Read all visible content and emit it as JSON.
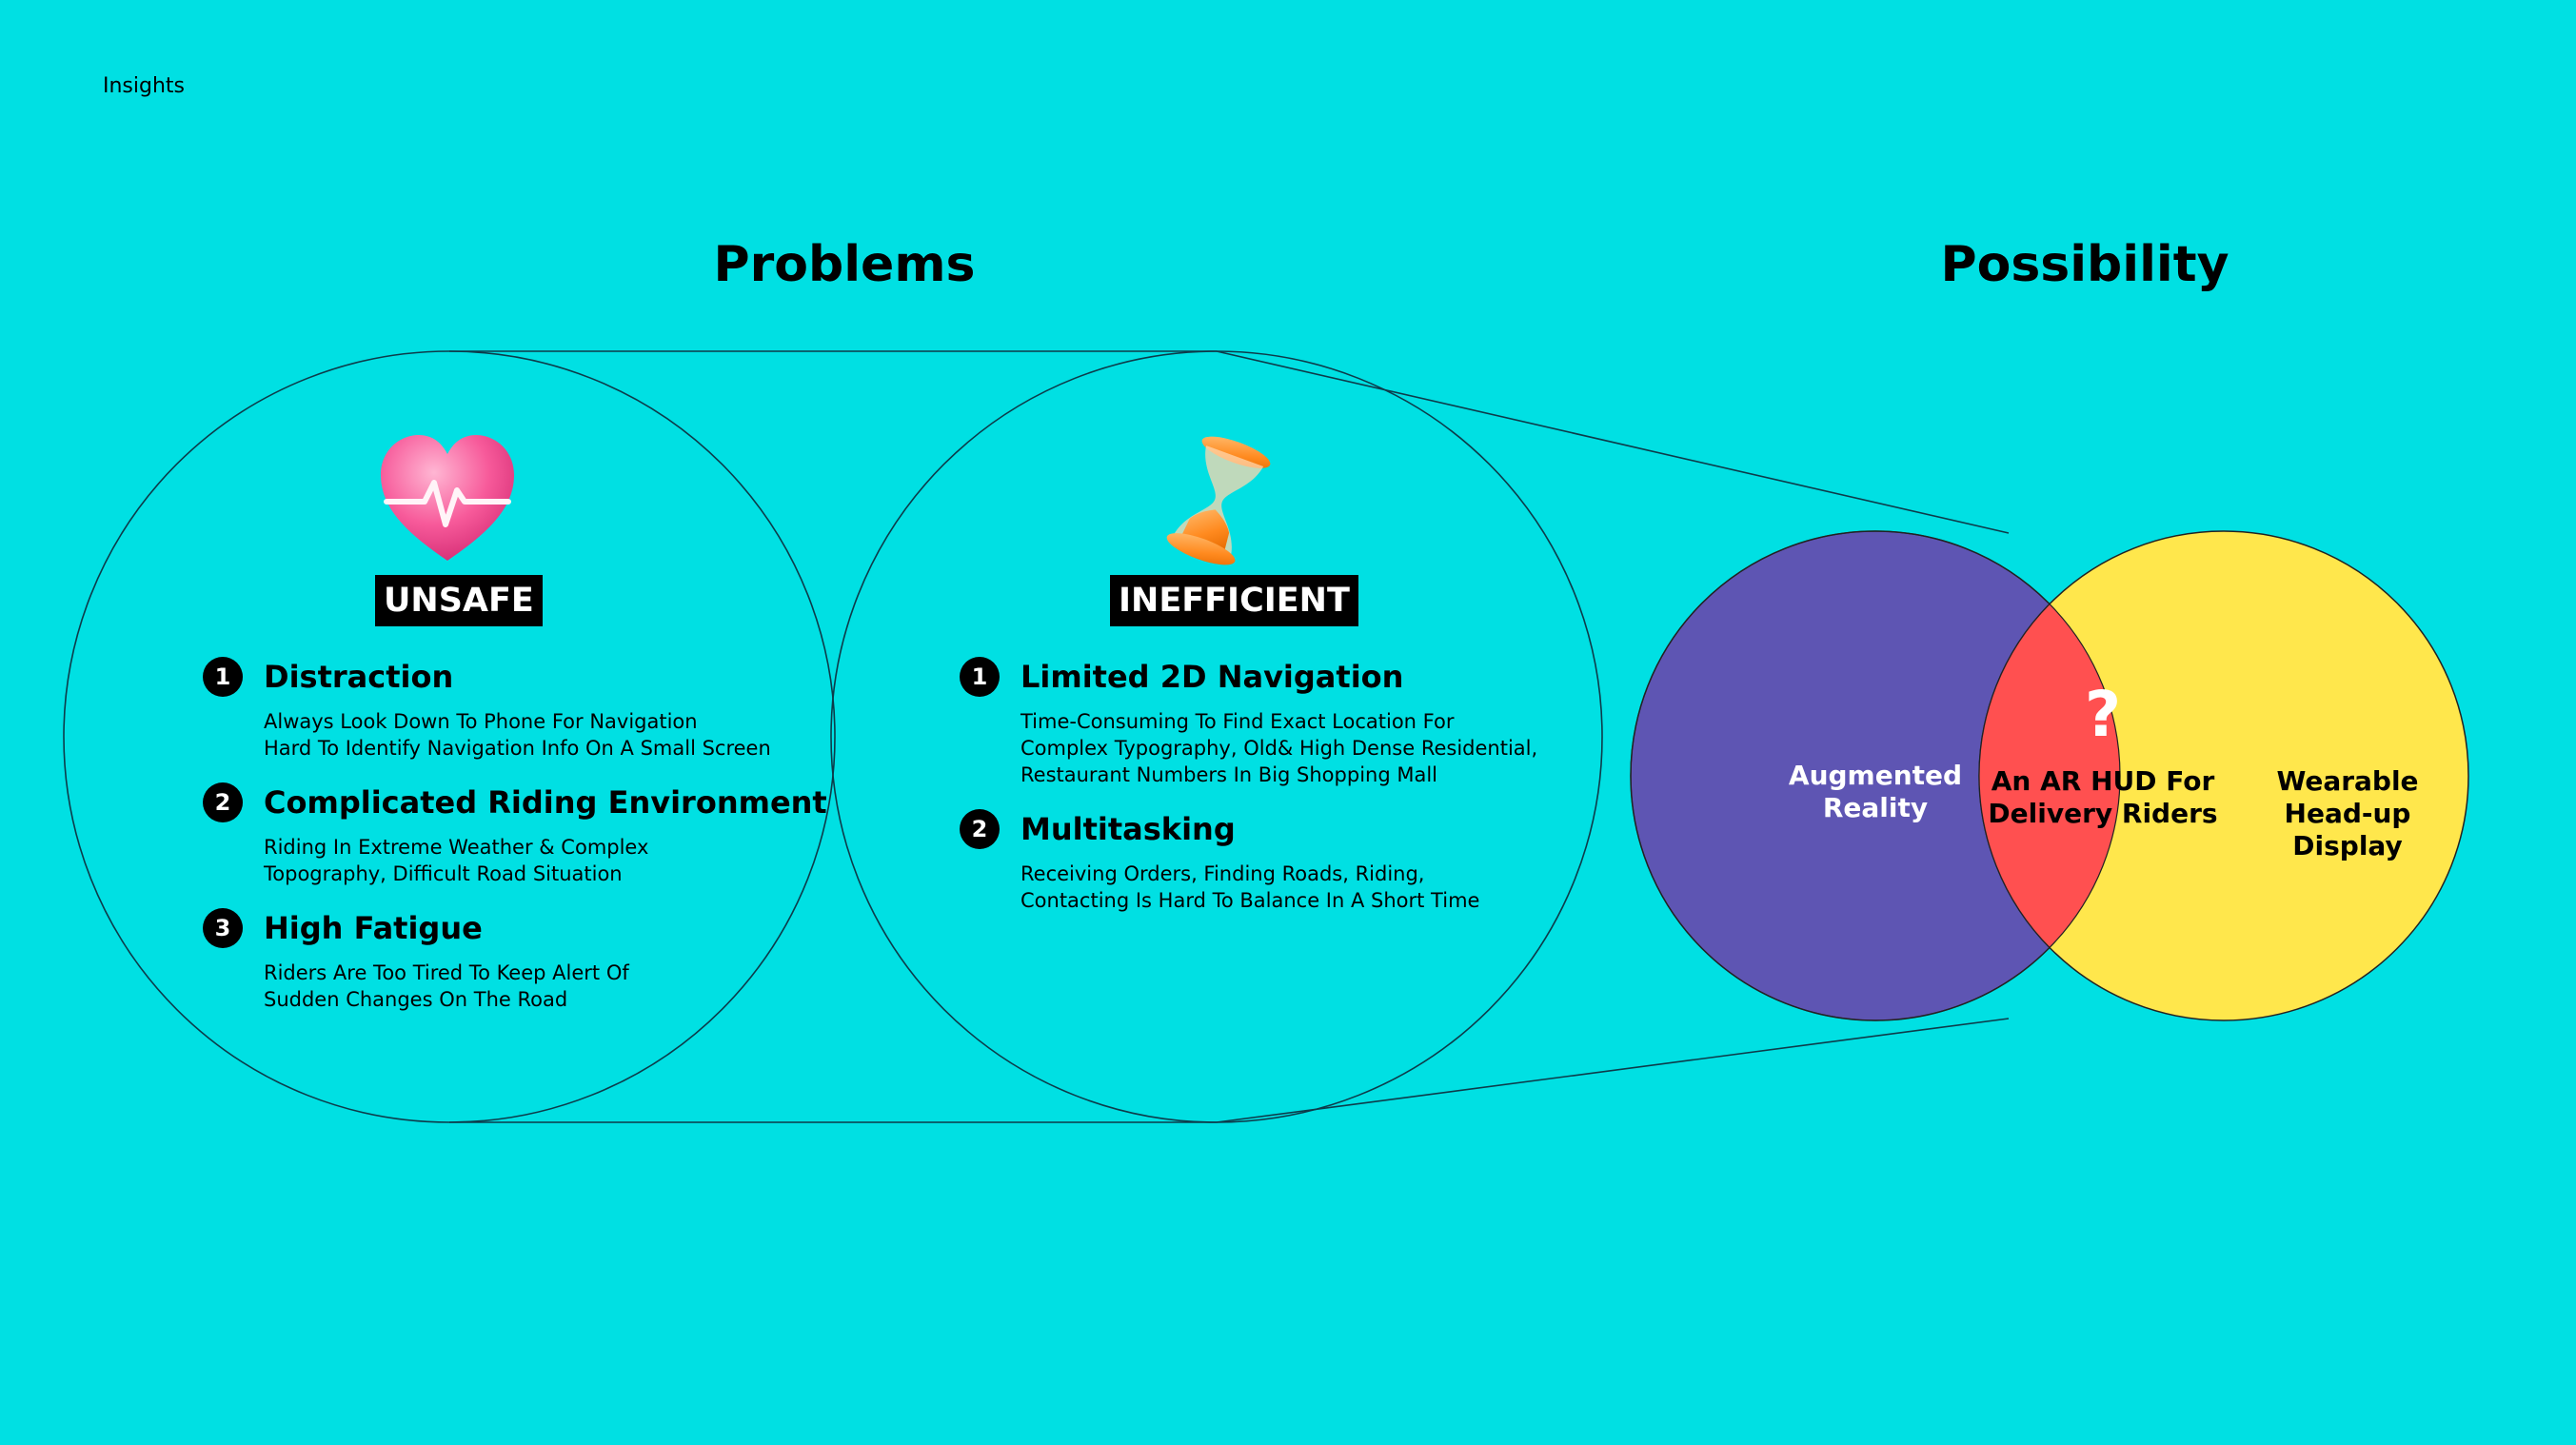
{
  "page": {
    "label": "Insights"
  },
  "headings": {
    "problems": "Problems",
    "possibility": "Possibility"
  },
  "problems": [
    {
      "tag": "UNSAFE",
      "icon": "heart-pulse-icon",
      "items": [
        {
          "num": "1",
          "title": "Distraction",
          "lines": [
            "Always Look Down To Phone For Navigation",
            "Hard To Identify Navigation Info On A Small Screen"
          ]
        },
        {
          "num": "2",
          "title": "Complicated Riding Environment",
          "lines": [
            "Riding In Extreme Weather & Complex",
            "Topography, Difficult Road Situation"
          ]
        },
        {
          "num": "3",
          "title": "High Fatigue",
          "lines": [
            "Riders Are Too Tired To Keep Alert Of",
            "Sudden Changes On The Road"
          ]
        }
      ]
    },
    {
      "tag": "INEFFICIENT",
      "icon": "hourglass-icon",
      "items": [
        {
          "num": "1",
          "title": "Limited 2D Navigation",
          "lines": [
            "Time-Consuming To Find Exact Location For",
            "Complex Typography, Old& High Dense Residential,",
            "Restaurant Numbers In Big Shopping Mall"
          ]
        },
        {
          "num": "2",
          "title": "Multitasking",
          "lines": [
            "Receiving Orders, Finding Roads, Riding,",
            "Contacting Is Hard To Balance In A Short Time"
          ]
        }
      ]
    }
  ],
  "venn": {
    "left_label": "Augmented Reality",
    "right_label": "Wearable Head-up Display",
    "center_mark": "?",
    "center_label": "An AR HUD For Delivery Riders",
    "colors": {
      "left": "#5E55B3",
      "right": "#FFE74C",
      "intersection": "#FF5050",
      "background": "#00E0E3"
    }
  }
}
